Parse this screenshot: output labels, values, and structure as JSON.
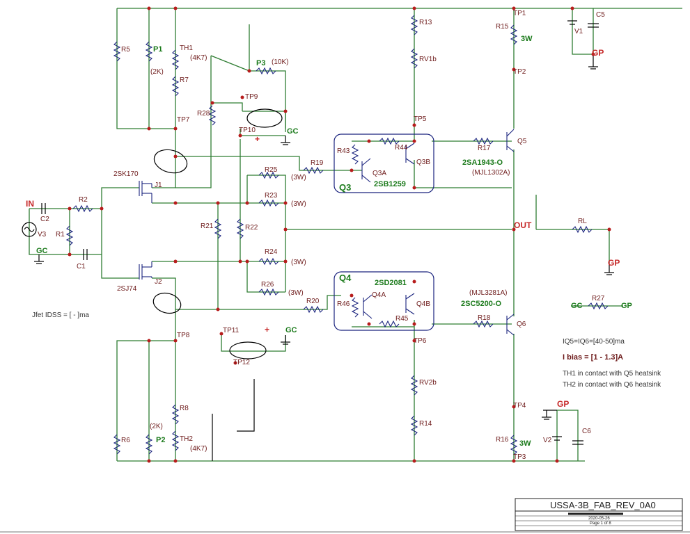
{
  "rails": {
    "in": "IN",
    "out": "OUT",
    "gc": "GC",
    "gp": "GP",
    "plus": "+"
  },
  "inputs": {
    "c2": "C2",
    "r1": "R1",
    "v3": "V3",
    "c1": "C1",
    "r2": "R2"
  },
  "jfets": {
    "j1": "J1",
    "j1_part": "2SK170",
    "j2": "J2",
    "j2_part": "2SJ74"
  },
  "pots": {
    "p1": "P1",
    "p1_val": "(2K)",
    "p2": "P2",
    "p2_val": "(2K)",
    "p3": "P3",
    "p3_val": "(10K)"
  },
  "thermistors": {
    "th1": "TH1",
    "th1_val": "(4K7)",
    "th2": "TH2",
    "th2_val": "(4K7)"
  },
  "resistors": {
    "r5": "R5",
    "r6": "R6",
    "r7": "R7",
    "r8": "R8",
    "r13": "R13",
    "r14": "R14",
    "r15": "R15",
    "r15_val": "3W",
    "r16": "R16",
    "r16_val": "3W",
    "r17": "R17",
    "r18": "R18",
    "r19": "R19",
    "r20": "R20",
    "r21": "R21",
    "r22": "R22",
    "r23": "R23",
    "r24": "R24",
    "r25": "R25",
    "r26": "R26",
    "r27": "R27",
    "r28": "R28",
    "r43": "R43",
    "r44": "R44",
    "r45": "R45",
    "r46": "R46",
    "rl": "RL",
    "rv1b": "RV1b",
    "rv2b": "RV2b",
    "w3": "(3W)"
  },
  "test_points": {
    "tp1": "TP1",
    "tp2": "TP2",
    "tp3": "TP3",
    "tp4": "TP4",
    "tp5": "TP5",
    "tp6": "TP6",
    "tp7": "TP7",
    "tp8": "TP8",
    "tp9": "TP9",
    "tp10": "TP10",
    "tp11": "TP11",
    "tp12": "TP12"
  },
  "transistors": {
    "q3": "Q3",
    "q3a": "Q3A",
    "q3b": "Q3B",
    "q3_part": "2SB1259",
    "q4": "Q4",
    "q4a": "Q4A",
    "q4b": "Q4B",
    "q4_part": "2SD2081",
    "q5": "Q5",
    "q5_part": "2SA1943-O",
    "q5_alt": "(MJL1302A)",
    "q6": "Q6",
    "q6_part": "2SC5200-O",
    "q6_alt": "(MJL3281A)"
  },
  "caps": {
    "c5": "C5",
    "c6": "C6",
    "v1": "V1",
    "v2": "V2"
  },
  "notes": {
    "jfet_idss": "Jfet IDSS = [   -   ]ma",
    "iq": "IQ5=IQ6=[40-50]ma",
    "ibias": "I bias = [1 - 1.3]A",
    "th1_note": "TH1 in contact with Q5 heatsink",
    "th2_note": "TH2 in contact with Q6 heatsink"
  },
  "titleblock": {
    "title": "USSA-3B_FAB_REV_0A0",
    "date": "2020-05-26",
    "page": "Page 1 of 8"
  }
}
